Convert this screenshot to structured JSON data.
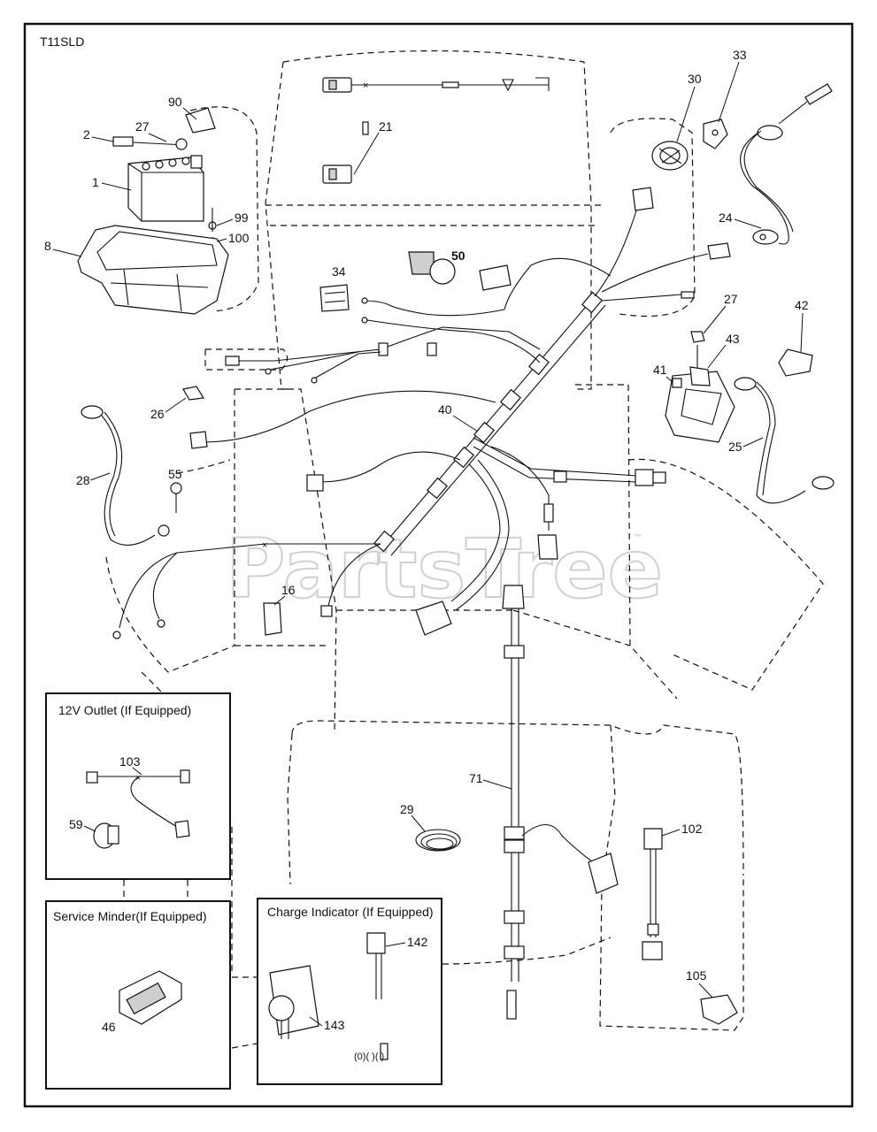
{
  "model_code": "T11SLD",
  "watermark": {
    "text": "PartsTree",
    "trademark": "™"
  },
  "insets": {
    "outlet": {
      "title": "12V Outlet (If Equipped)"
    },
    "service_minder": {
      "title": "Service Minder(If Equipped)"
    },
    "charge_indicator": {
      "title": "Charge Indicator (If Equipped)"
    }
  },
  "callouts": {
    "c90": "90",
    "c27a": "27",
    "c2": "2",
    "c1": "1",
    "c99": "99",
    "c100": "100",
    "c8": "8",
    "c21": "21",
    "c50": "50",
    "c34": "34",
    "c30": "30",
    "c33": "33",
    "c24": "24",
    "c27b": "27",
    "c42": "42",
    "c43": "43",
    "c41": "41",
    "c25": "25",
    "c26": "26",
    "c28": "28",
    "c55": "55",
    "c40": "40",
    "c16": "16",
    "c103": "103",
    "c59": "59",
    "c71": "71",
    "c29": "29",
    "c102": "102",
    "c46": "46",
    "c142": "142",
    "c143": "143",
    "c105": "105"
  },
  "colors": {
    "line": "#111111",
    "watermark": "#c8c8c8",
    "background": "#ffffff"
  }
}
